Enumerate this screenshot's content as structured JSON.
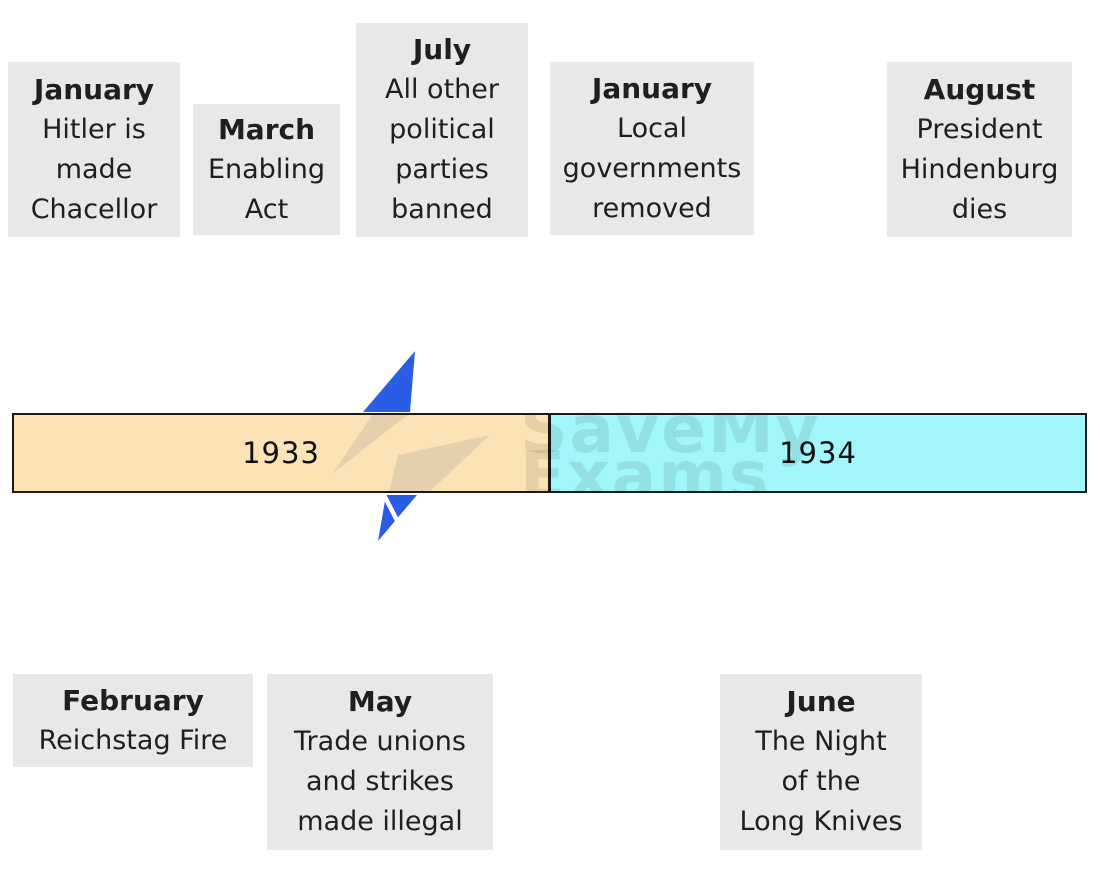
{
  "watermark": {
    "line1": "SaveMy",
    "line2": "Exams"
  },
  "timeline": {
    "year_left": "1933",
    "year_right": "1934",
    "segment_left_color": "#fce3b5",
    "segment_right_color": "#a0f6f9",
    "border_color": "#1a1a1a"
  },
  "colors": {
    "box_background": "#e8e8e8",
    "text": "#1f1f1f",
    "bolt_blue": "#2b5ce4",
    "page_background": "#ffffff"
  },
  "events": [
    {
      "month": "January",
      "year": "1933",
      "placement": "above",
      "lines": [
        "Hitler is",
        "made",
        "Chacellor"
      ]
    },
    {
      "month": "March",
      "year": "1933",
      "placement": "above",
      "lines": [
        "Enabling",
        "Act"
      ]
    },
    {
      "month": "July",
      "year": "1933",
      "placement": "above",
      "lines": [
        "All other",
        "political",
        "parties",
        "banned"
      ]
    },
    {
      "month": "January",
      "year": "1934",
      "placement": "above",
      "lines": [
        "Local",
        "governments",
        "removed"
      ]
    },
    {
      "month": "August",
      "year": "1934",
      "placement": "above",
      "lines": [
        "President",
        "Hindenburg",
        "dies"
      ]
    },
    {
      "month": "February",
      "year": "1933",
      "placement": "below",
      "lines": [
        "Reichstag Fire"
      ]
    },
    {
      "month": "May",
      "year": "1933",
      "placement": "below",
      "lines": [
        "Trade unions",
        "and strikes",
        "made illegal"
      ]
    },
    {
      "month": "June",
      "year": "1934",
      "placement": "below",
      "lines": [
        "The Night",
        "of the",
        "Long Knives"
      ]
    }
  ]
}
